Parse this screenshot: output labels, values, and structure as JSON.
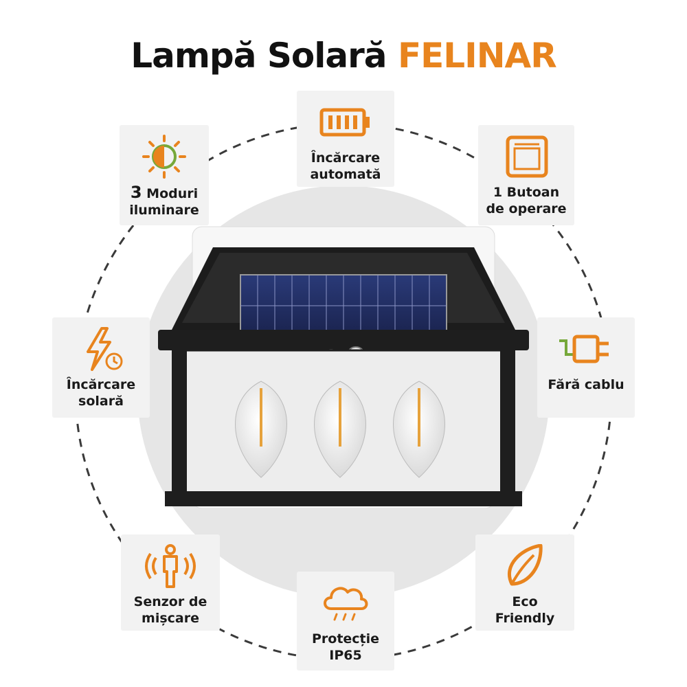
{
  "title": {
    "main": "Lampă Solară",
    "accent": "FELINAR"
  },
  "colors": {
    "accent": "#e8841e",
    "accent_green": "#76a83a",
    "card_bg": "#f2f2f2",
    "ring": "#3a3a3a"
  },
  "features": [
    {
      "icon": "battery-icon",
      "line1": "Încărcare",
      "line2": "automată"
    },
    {
      "icon": "sun-half-icon",
      "prefix": "3",
      "line1": "Moduri",
      "line2": "iluminare"
    },
    {
      "icon": "button-panel-icon",
      "line1": "1 Butoan",
      "line2": "de operare"
    },
    {
      "icon": "bolt-clock-icon",
      "line1": "Încărcare",
      "line2": "solară"
    },
    {
      "icon": "plug-icon",
      "line1": "Fără cablu",
      "line2": ""
    },
    {
      "icon": "motion-sensor-icon",
      "line1": "Senzor de",
      "line2": "mișcare"
    },
    {
      "icon": "leaf-icon",
      "line1": "Eco",
      "line2": "Friendly"
    },
    {
      "icon": "rain-cloud-icon",
      "line1": "Protecție",
      "line2": "IP65"
    }
  ]
}
